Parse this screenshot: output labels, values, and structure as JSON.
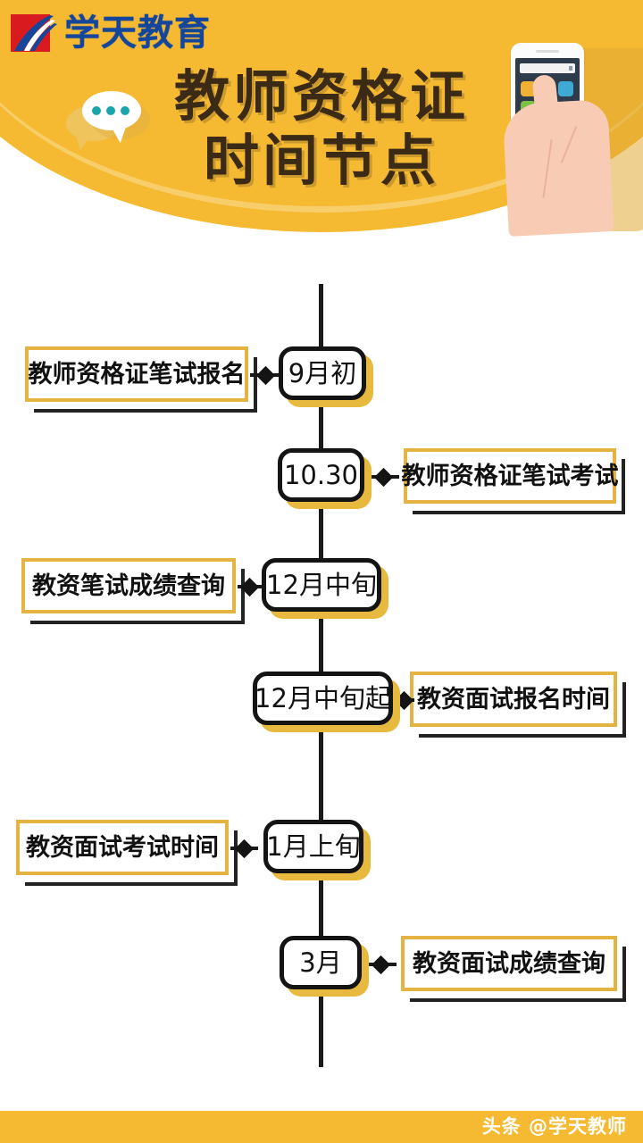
{
  "brand": {
    "logo_text": "学天教育",
    "logo_mark": "road-swoosh-logo-icon",
    "accent_gold": "#F5B932",
    "border_gold": "#E4B341",
    "shadow_gold": "#E8B93F",
    "logo_blue": "#14479B",
    "logo_red": "#D91B20",
    "title_brown": "#3B2A15"
  },
  "header": {
    "title_line1": "教师资格证",
    "title_line2": "时间节点",
    "bubble_icon": "speech-bubble-icon",
    "phone_icon": "hand-holding-phone-icon"
  },
  "timeline": {
    "spine_color": "#1A1A1A",
    "rows": [
      {
        "side": "left",
        "node": "9月初",
        "label": "教师资格证笔试报名"
      },
      {
        "side": "right",
        "node": "10.30",
        "label": "教师资格证笔试考试"
      },
      {
        "side": "left",
        "node": "12月中旬",
        "label": "教资笔试成绩查询"
      },
      {
        "side": "right",
        "node": "12月中旬起",
        "label": "教资面试报名时间"
      },
      {
        "side": "left",
        "node": "1月上旬",
        "label": "教资面试考试时间"
      },
      {
        "side": "right",
        "node": "3月",
        "label": "教资面试成绩查询"
      }
    ]
  },
  "footer": {
    "watermark": "头条 @学天教师"
  }
}
